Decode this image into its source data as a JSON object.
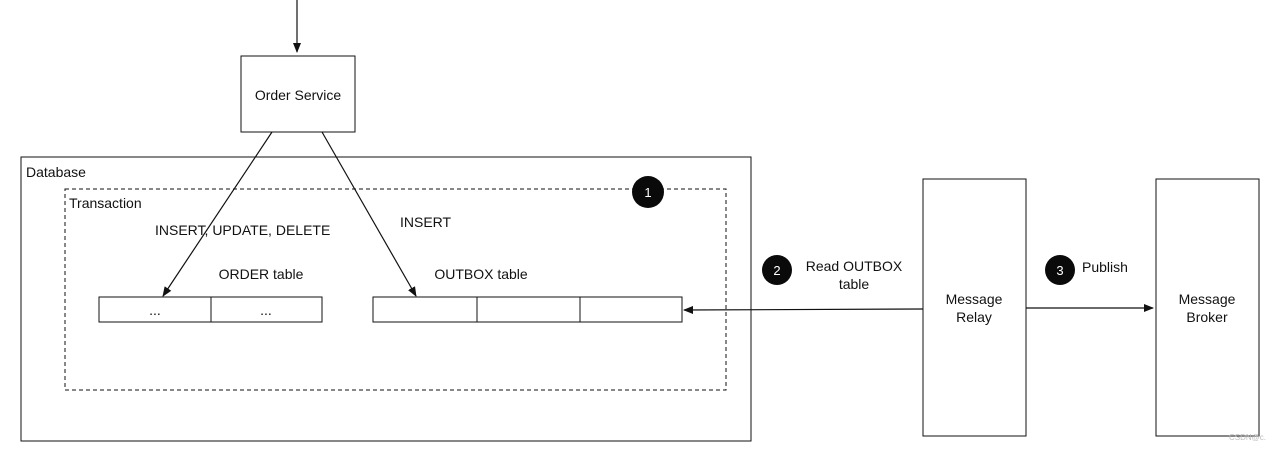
{
  "colors": {
    "line": "#111111",
    "badge": "#0a0a0a",
    "badge_text": "#ffffff",
    "background": "#ffffff"
  },
  "order_service": {
    "label": "Order Service"
  },
  "database": {
    "label": "Database"
  },
  "transaction": {
    "label": "Transaction",
    "badge": "1"
  },
  "order_table": {
    "label": "ORDER table",
    "cells": [
      "...",
      "..."
    ]
  },
  "outbox_table": {
    "label": "OUTBOX table",
    "cells": [
      "",
      "",
      ""
    ]
  },
  "edges": {
    "service_to_order": "INSERT, UPDATE, DELETE",
    "service_to_outbox": "INSERT"
  },
  "message_relay": {
    "line1": "Message",
    "line2": "Relay"
  },
  "message_broker": {
    "line1": "Message",
    "line2": "Broker"
  },
  "steps": {
    "read_outbox": {
      "badge": "2",
      "line1": "Read OUTBOX",
      "line2": "table"
    },
    "publish": {
      "badge": "3",
      "label": "Publish"
    }
  },
  "watermark": "CSDN@c."
}
